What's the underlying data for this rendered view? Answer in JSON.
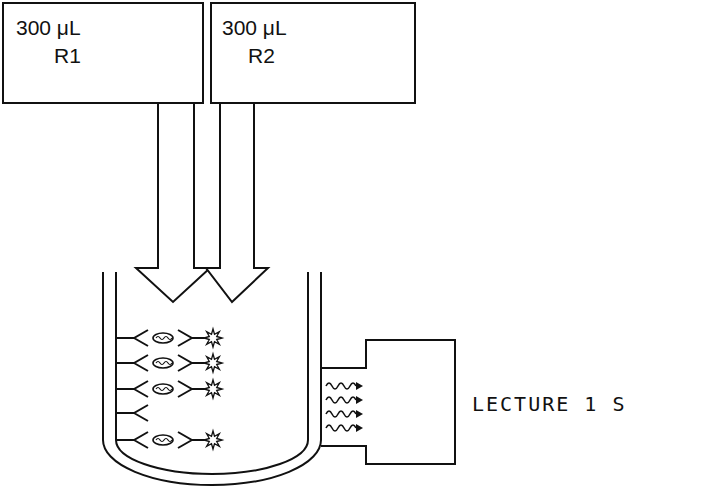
{
  "diagram": {
    "nodes": [
      {
        "text": [
          "300 μL",
          "R1"
        ]
      },
      {
        "text": [
          "300 μL",
          "R2"
        ]
      }
    ],
    "labels": [
      "LECTURE 1 S"
    ]
  }
}
